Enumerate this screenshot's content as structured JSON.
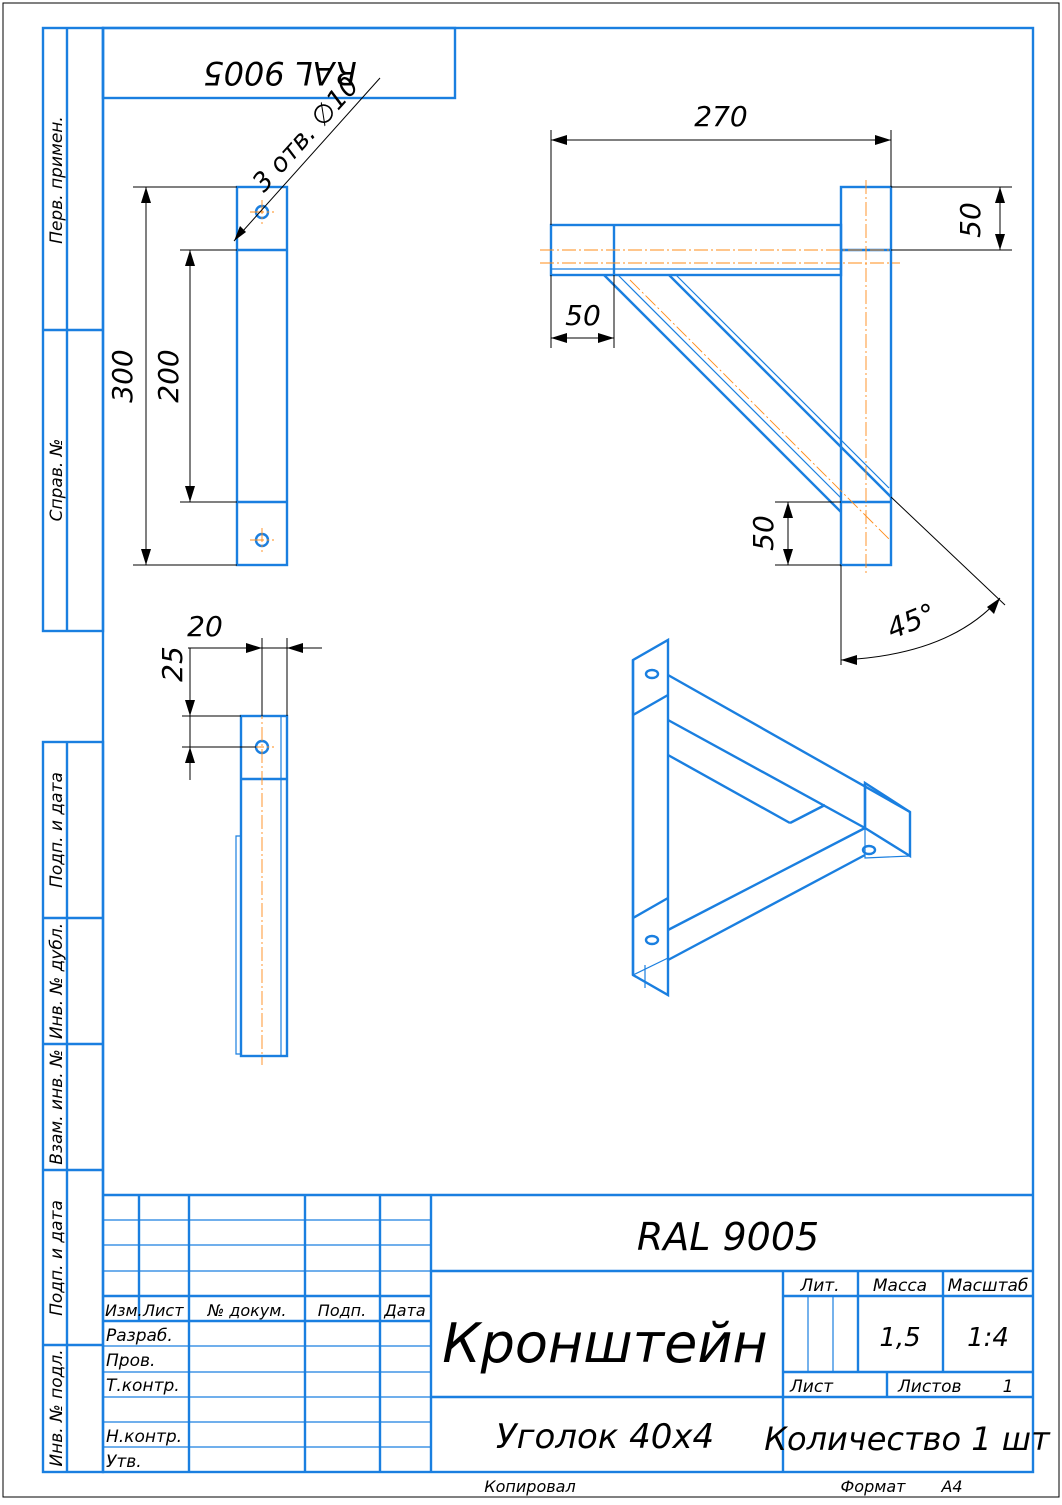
{
  "sheet": {
    "margin_labels": [
      "Перв. примен.",
      "Справ. №",
      "Подп. и дата",
      "Инв. № дубл.",
      "Взам. инв. №",
      "Подп. и дата",
      "Инв. № подл."
    ],
    "top_note": "RAL 9005"
  },
  "drawing": {
    "front_view": {
      "hole_callout": "3 отв. ∅10",
      "dim_overall": "300",
      "dim_holes": "200"
    },
    "side_view": {
      "dim_width": "20",
      "dim_hole_offset": "25"
    },
    "top_view": {
      "dim_length": "270",
      "dim_top": "50",
      "dim_left": "50",
      "dim_bottom": "50",
      "dim_angle": "45°"
    }
  },
  "title_block": {
    "coating": "RAL 9005",
    "name": "Кронштейн",
    "material": "Уголок 40х4",
    "quantity": "Количество 1 шт",
    "headers": {
      "lit": "Лит.",
      "mass": "Масса",
      "scale": "Масштаб"
    },
    "mass_value": "1,5",
    "scale_value": "1:4",
    "sheet_label": "Лист",
    "sheets_label": "Листов",
    "sheets_value": "1",
    "rev_headers": [
      "Изм.",
      "Лист",
      "№ докум.",
      "Подп.",
      "Дата"
    ],
    "roles": [
      "Разраб.",
      "Пров.",
      "Т.контр.",
      "Н.контр.",
      "Утв."
    ]
  },
  "footer": {
    "copied": "Копировал",
    "format_label": "Формат",
    "format_value": "А4"
  }
}
